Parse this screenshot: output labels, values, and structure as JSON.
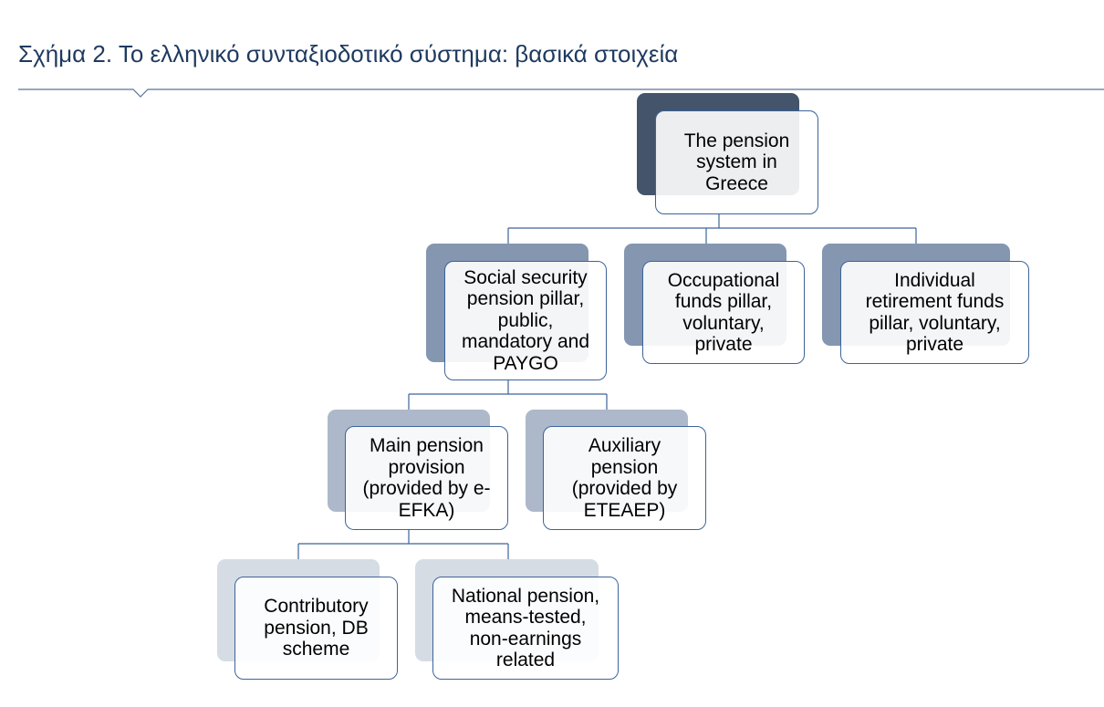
{
  "figure": {
    "title": "Σχήμα 2. Το ελληνικό συνταξιοδοτικό σύστημα: βασικά στοιχεία"
  },
  "colors": {
    "title": "#1f3a5f",
    "rule": "#5b7393",
    "connector": "#3d6499",
    "box_border": "#3d6499",
    "shadow_level0": "#44546a",
    "shadow_level1": "#8496b0",
    "shadow_level2": "#adb9ca",
    "shadow_level3": "#d6dce4"
  },
  "nodes": {
    "root": {
      "label": "The pension\nsystem in\nGreece"
    },
    "social_security": {
      "label": "Social security\npension pillar,\npublic,\nmandatory and\nPAYGO"
    },
    "occupational": {
      "label": "Occupational\nfunds pillar,\nvoluntary,\nprivate"
    },
    "individual": {
      "label": "Individual\nretirement funds\npillar, voluntary,\nprivate"
    },
    "main_pension": {
      "label": "Main pension\nprovision\n(provided by e-\nEFKA)"
    },
    "auxiliary": {
      "label": "Auxiliary\npension\n(provided by\nETEAEP)"
    },
    "contributory": {
      "label": "Contributory\npension, DB\nscheme"
    },
    "national": {
      "label": "National pension,\nmeans-tested,\nnon-earnings\nrelated"
    }
  }
}
